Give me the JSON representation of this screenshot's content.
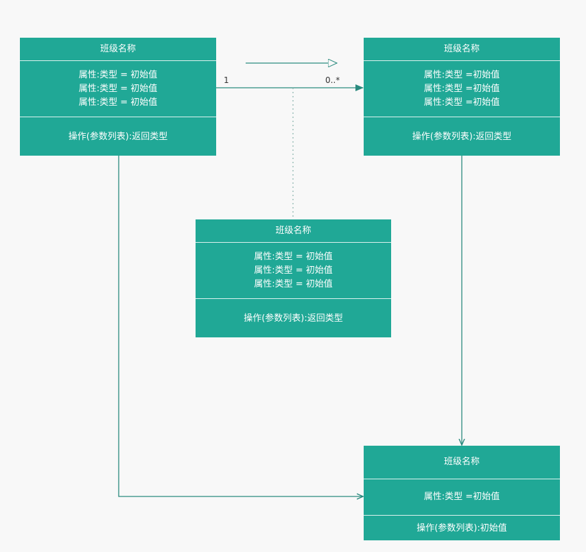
{
  "classes": [
    {
      "name": "班级名称",
      "attributes": [
        "属性:类型 = 初始值",
        "属性:类型 = 初始值",
        "属性:类型 = 初始值"
      ],
      "operation": "操作(参数列表):返回类型"
    },
    {
      "name": "班级名称",
      "attributes": [
        "属性:类型 =初始值",
        "属性:类型 =初始值",
        "属性:类型 =初始值"
      ],
      "operation": "操作(参数列表):返回类型"
    },
    {
      "name": "班级名称",
      "attributes": [
        "属性:类型 = 初始值",
        "属性:类型 = 初始值",
        "属性:类型 = 初始值"
      ],
      "operation": "操作(参数列表):返回类型"
    },
    {
      "name": "班级名称",
      "attributes": [
        "属性:类型 =初始值"
      ],
      "operation": "操作(参数列表):初始值"
    }
  ],
  "association": {
    "source_multiplicity": "1",
    "target_multiplicity": "0..*"
  },
  "colors": {
    "box_fill": "#20a896",
    "line": "#2a8a7e",
    "dotted": "#8fb8b2",
    "text": "#ffffff"
  }
}
